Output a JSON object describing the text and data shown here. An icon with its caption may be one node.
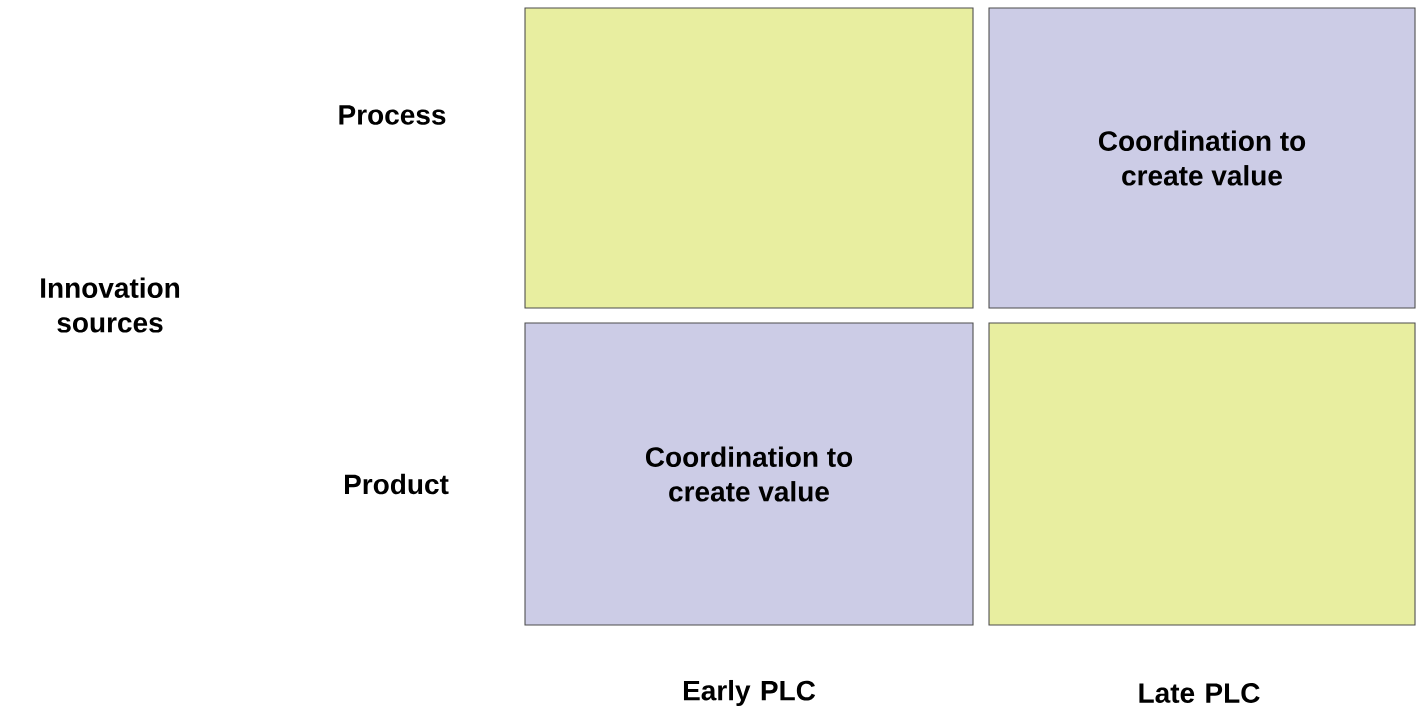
{
  "diagram": {
    "nodes": [
      {
        "text": [],
        "shape": "box"
      },
      {
        "text": [
          "Coordination to create value"
        ]
      },
      {
        "text": [
          "Coordination to create value"
        ]
      },
      {
        "text": [],
        "shape": "box"
      }
    ],
    "labels": [
      "Process",
      "Innovation sources",
      "Product",
      "Early PLC",
      "Late PLC"
    ]
  }
}
